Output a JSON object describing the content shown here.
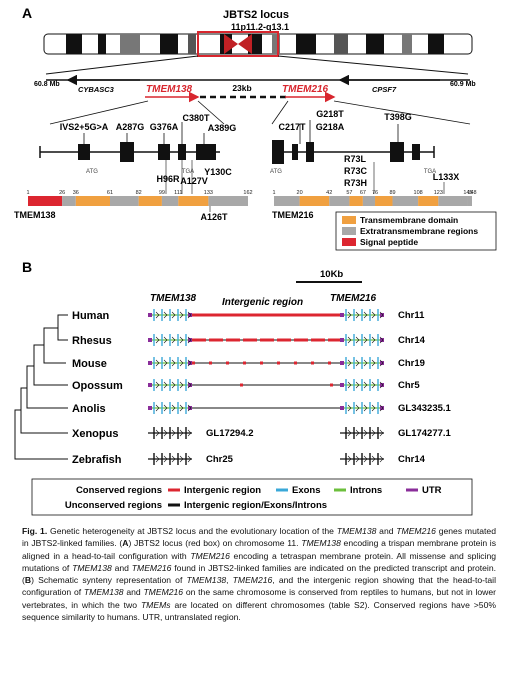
{
  "panel_a": {
    "label": "A",
    "locus_title": "JBTS2 locus",
    "locus_band": "11p11.2-q13.1",
    "mb_left": "60.8 Mb",
    "mb_right": "60.9 Mb",
    "gene_left_neighbor": "CYBASC3",
    "gene_right_neighbor": "CPSF7",
    "gene1": "TMEM138",
    "gene2": "TMEM216",
    "gap_label": "23kb",
    "tmem138_mutations": [
      "IVS2+5G>A",
      "A287G",
      "G376A",
      "C380T",
      "A389G"
    ],
    "tmem138_protein_mutations": [
      "H96R",
      "A127V",
      "Y130C",
      "A126T"
    ],
    "tmem216_mutations": [
      "C217T",
      "G218T",
      "G218A",
      "T398G"
    ],
    "tmem216_protein_mutations": [
      "R73L",
      "R73C",
      "R73H",
      "L133X"
    ],
    "atg": "ATG",
    "tga": "TGA",
    "tmem138_ticks": [
      "1",
      "26",
      "36",
      "61",
      "82",
      "99",
      "111",
      "133",
      "162"
    ],
    "tmem216_ticks": [
      "1",
      "20",
      "42",
      "57",
      "67",
      "76",
      "89",
      "108",
      "123",
      "145",
      "148"
    ],
    "protein1_name": "TMEM138",
    "protein2_name": "TMEM216",
    "legend": [
      {
        "label": "Transmembrane domain",
        "color": "#f0a040"
      },
      {
        "label": "Extratransmembrane regions",
        "color": "#a8a8a8"
      },
      {
        "label": "Signal peptide",
        "color": "#dc2630"
      }
    ]
  },
  "panel_b": {
    "label": "B",
    "scale": "10Kb",
    "gene1": "TMEM138",
    "gene2": "TMEM216",
    "intergenic_label": "Intergenic region",
    "species": [
      {
        "name": "Human",
        "chr_left": "",
        "chr_right": "Chr11"
      },
      {
        "name": "Rhesus",
        "chr_left": "",
        "chr_right": "Chr14"
      },
      {
        "name": "Mouse",
        "chr_left": "",
        "chr_right": "Chr19"
      },
      {
        "name": "Opossum",
        "chr_left": "",
        "chr_right": "Chr5"
      },
      {
        "name": "Anolis",
        "chr_left": "",
        "chr_right": "GL343235.1"
      },
      {
        "name": "Xenopus",
        "chr_left": "GL17294.2",
        "chr_right": "GL174277.1"
      },
      {
        "name": "Zebrafish",
        "chr_left": "Chr25",
        "chr_right": "Chr14"
      }
    ],
    "legend_conserved": "Conserved regions",
    "legend_unconserved": "Unconserved regions",
    "legend_items": [
      {
        "label": "Intergenic region",
        "color": "#dc2630"
      },
      {
        "label": "Exons",
        "color": "#3aa8d8"
      },
      {
        "label": "Introns",
        "color": "#6cbf3c"
      },
      {
        "label": "UTR",
        "color": "#8a2d9a"
      }
    ],
    "legend_unconserved_item": "Intergenic region/Exons/Introns"
  },
  "caption": {
    "fig_label": "Fig. 1.",
    "segments": [
      " Genetic heterogeneity at JBTS2 locus and the evolutionary location of the ",
      "TMEM138",
      " and ",
      "TMEM216",
      " genes mutated in JBTS2-linked families. (",
      "A",
      ") JBTS2 locus (red box) on chromosome 11. ",
      "TMEM138",
      " encoding a trispan membrane protein is aligned in a head-to-tail configuration with ",
      "TMEM216",
      " encoding a tetraspan membrane protein. All missense and splicing mutations of ",
      "TMEM138",
      " and ",
      "TMEM216",
      " found in JBTS2-linked families are indicated on the predicted transcript and protein. (",
      "B",
      ") Schematic synteny representation of ",
      "TMEM138",
      ", ",
      "TMEM216",
      ", and the intergenic region showing that the head-to-tail configuration of ",
      "TMEM138",
      " and ",
      "TMEM216",
      " on the same chromosome is conserved from reptiles to humans, but not in lower vertebrates, in which the two ",
      "TMEMs",
      " are located on different chromosomes (table S2). Conserved regions have >50% sequence similarity to humans. UTR, untranslated region."
    ]
  }
}
